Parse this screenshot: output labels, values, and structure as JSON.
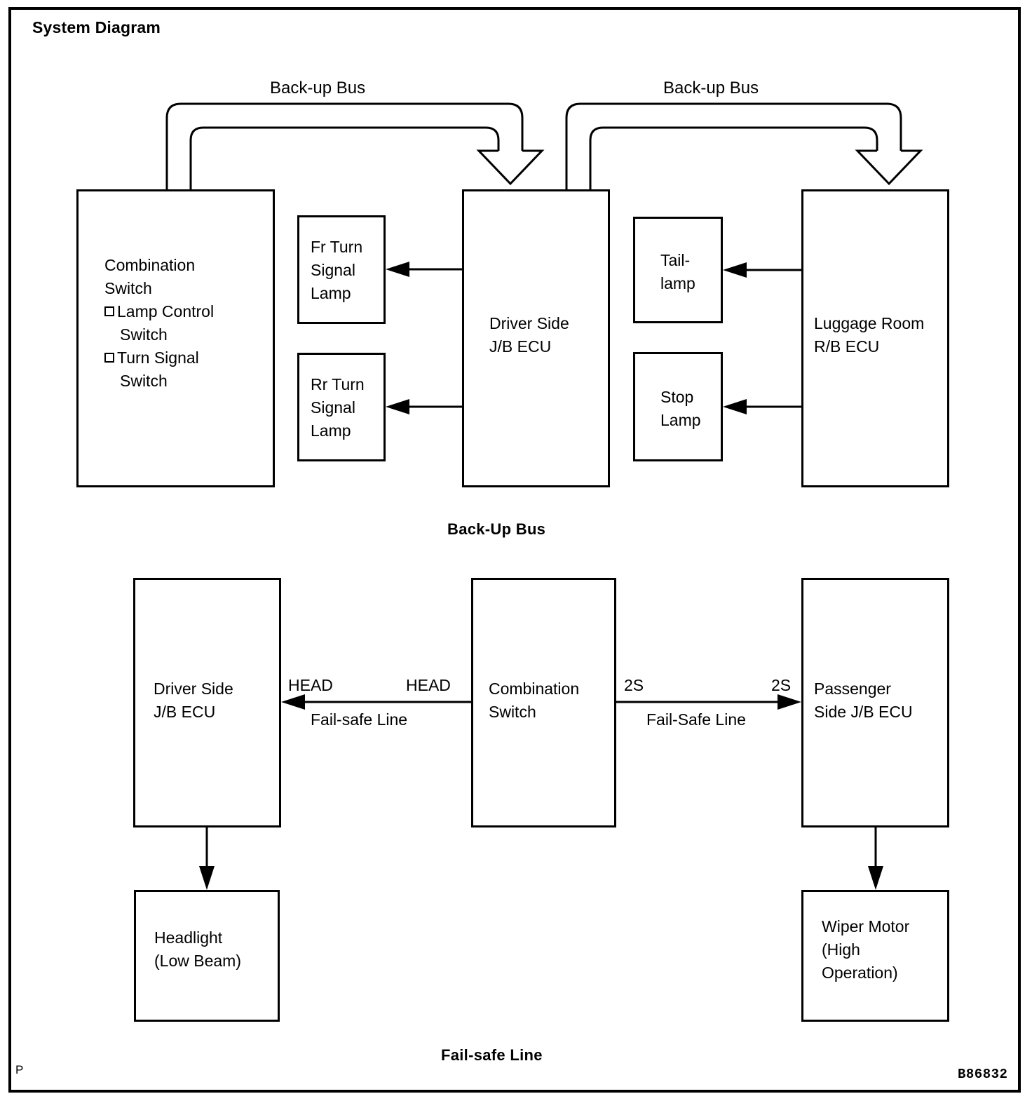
{
  "page": {
    "title": "System Diagram",
    "reference_code": "B86832",
    "corner_artifact": "P"
  },
  "upper_section": {
    "caption": "Back-Up Bus",
    "bus_label_left": "Back-up Bus",
    "bus_label_right": "Back-up Bus",
    "boxes": {
      "combination_switch": {
        "line1": "Combination",
        "line2": "Switch",
        "item1": "Lamp Control",
        "item1_cont": "Switch",
        "item2": "Turn Signal",
        "item2_cont": "Switch"
      },
      "fr_turn_signal_lamp": {
        "line1": "Fr Turn",
        "line2": "Signal",
        "line3": "Lamp"
      },
      "rr_turn_signal_lamp": {
        "line1": "Rr Turn",
        "line2": "Signal",
        "line3": "Lamp"
      },
      "driver_side_jb_ecu": {
        "line1": "Driver Side",
        "line2": "J/B ECU"
      },
      "tail_lamp": {
        "line1": "Tail-",
        "line2": "lamp"
      },
      "stop_lamp": {
        "line1": "Stop",
        "line2": "Lamp"
      },
      "luggage_room_rb_ecu": {
        "line1": "Luggage Room",
        "line2": "R/B ECU"
      }
    }
  },
  "lower_section": {
    "caption": "Fail-safe Line",
    "boxes": {
      "driver_side_jb_ecu": {
        "line1": "Driver Side",
        "line2": "J/B ECU"
      },
      "combination_switch": {
        "line1": "Combination",
        "line2": "Switch"
      },
      "passenger_side_jb_ecu": {
        "line1": "Passenger",
        "line2": "Side J/B ECU"
      },
      "headlight": {
        "line1": "Headlight",
        "line2": "(Low Beam)"
      },
      "wiper_motor": {
        "line1": "Wiper Motor",
        "line2": "(High",
        "line3": "Operation)"
      }
    },
    "signals": {
      "head_left": "HEAD",
      "head_right": "HEAD",
      "left_line_label": "Fail-safe Line",
      "two_s_left": "2S",
      "two_s_right": "2S",
      "right_line_label": "Fail-Safe Line"
    }
  },
  "colors": {
    "stroke": "#000000",
    "background": "#ffffff"
  }
}
